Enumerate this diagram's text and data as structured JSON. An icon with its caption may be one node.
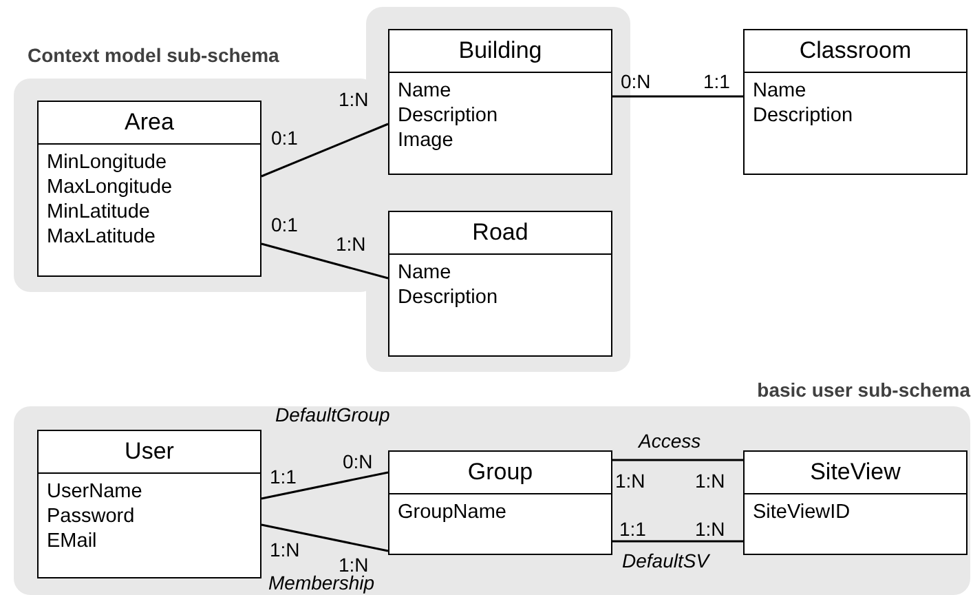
{
  "diagram": {
    "nodes": [
      {
        "text": [
          "Context model sub-schema"
        ]
      },
      {
        "text": [
          "Area",
          "MinLongitude",
          "MaxLongitude",
          "MinLatitude",
          "MaxLatitude"
        ],
        "in": 0
      },
      {
        "text": [
          "Building",
          "Name",
          "Description",
          "Image"
        ],
        "in": 0
      },
      {
        "text": [
          "Road",
          "Name",
          "Description"
        ],
        "in": 0
      },
      {
        "text": [
          "Classroom",
          "Name",
          "Description"
        ]
      },
      {
        "text": [
          "basic user sub-schema"
        ]
      },
      {
        "text": [
          "User",
          "UserName",
          "Password",
          "EMail"
        ],
        "in": 5
      },
      {
        "text": [
          "Group",
          "GroupName"
        ],
        "in": 5
      },
      {
        "text": [
          "SiteView",
          "SiteViewID"
        ],
        "in": 5
      }
    ],
    "edges": [
      {
        "from": 1,
        "to": 2,
        "arrow": "none"
      },
      {
        "from": 1,
        "to": 3,
        "arrow": "none"
      },
      {
        "from": 2,
        "to": 4,
        "arrow": "none"
      },
      {
        "from": 6,
        "to": 7,
        "arrow": "none",
        "label": "DefaultGroup"
      },
      {
        "from": 6,
        "to": 7,
        "arrow": "none",
        "label": "Membership"
      },
      {
        "from": 7,
        "to": 8,
        "arrow": "none",
        "label": "Access"
      },
      {
        "from": 7,
        "to": 8,
        "arrow": "none",
        "label": "DefaultSV"
      }
    ],
    "labels": [
      "0:N",
      "1:1",
      "1:N",
      "0:1",
      "0:1",
      "1:N",
      "0:N",
      "1:1",
      "1:N",
      "1:N",
      "1:1",
      "1:N",
      "1:N",
      "1:N"
    ]
  }
}
